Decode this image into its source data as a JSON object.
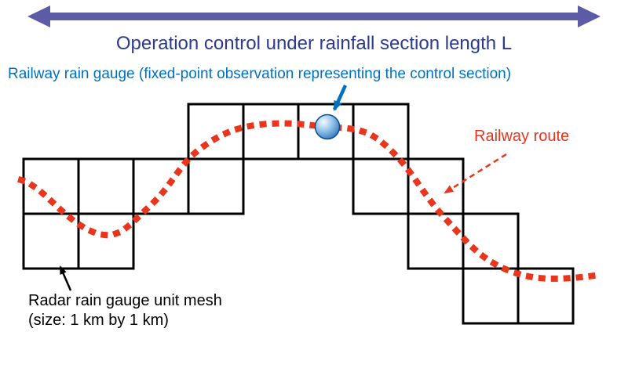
{
  "title": "Operation control under rainfall section length L",
  "labels": {
    "rain_gauge": "Railway rain gauge (fixed-point observation representing the control section)",
    "railway_route": "Railway route",
    "mesh_line1": "Radar rain gauge unit mesh",
    "mesh_line2": "(size: 1 km by 1 km)"
  },
  "colors": {
    "section_length_arrow": "#5b5ba6",
    "title_text": "#2b3990",
    "rain_gauge_blue": "#0070c0",
    "railway_route_red": "#e8351c",
    "mesh_border": "#000000",
    "gauge_ball_dark": "#1a6ab5"
  }
}
